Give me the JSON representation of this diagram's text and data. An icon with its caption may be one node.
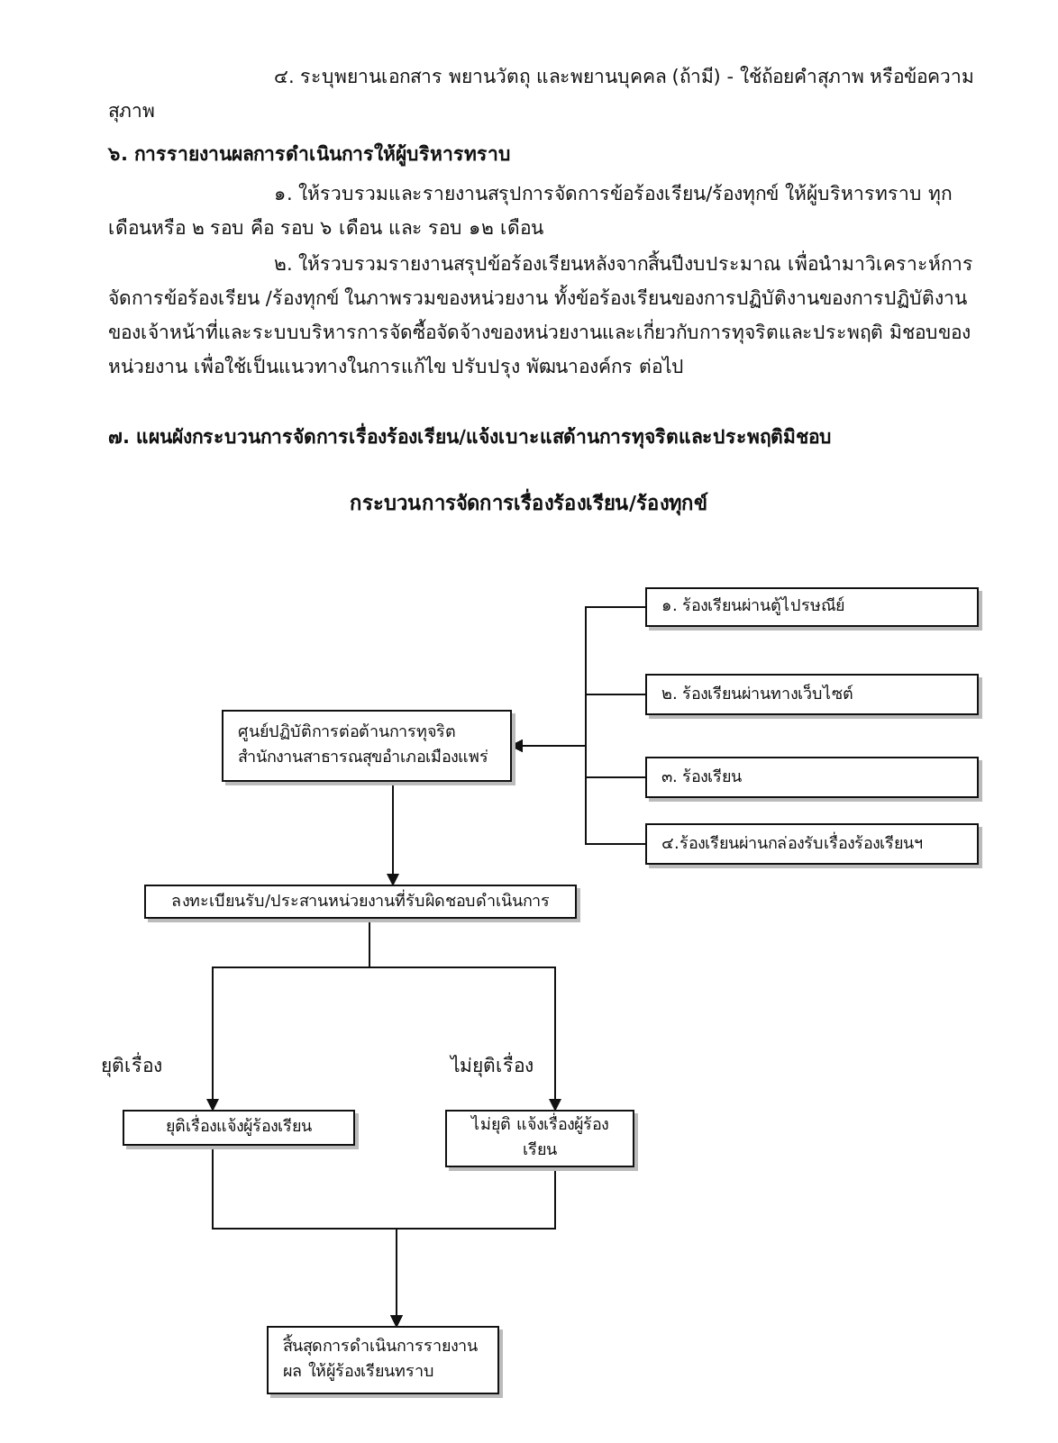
{
  "diagram": {
    "title": "กระบวนการจัดการเรื่องร้องเรียน/ร้องทุกข์",
    "nodes": [
      {
        "text": [
          "๑. ร้องเรียนผ่านตู้ไปรษณีย์"
        ]
      },
      {
        "text": [
          "๒. ร้องเรียนผ่านทางเว็บไซต์"
        ]
      },
      {
        "text": [
          "ศูนย์ปฏิบัติการต่อต้านการทุจริต สำนักงานสาธารณสุขอำเภอเมืองแพร่"
        ]
      },
      {
        "text": [
          "๓. ร้องเรียน"
        ]
      },
      {
        "text": [
          "๔.ร้องเรียนผ่านกล่องรับเรื่องร้องเรียนฯ"
        ]
      },
      {
        "text": [
          "ลงทะเบียนรับ/ประสานหน่วยงานที่รับผิดชอบดำเนินการ"
        ]
      },
      {
        "text": [
          "ยุติเรื่องแจ้งผู้ร้องเรียน"
        ]
      },
      {
        "text": [
          "ไม่ยุติ แจ้งเรื่องผู้ร้องเรียน"
        ]
      },
      {
        "text": [
          "สิ้นสุดการดำเนินการรายงานผล ให้ผู้ร้องเรียนทราบ"
        ]
      }
    ],
    "edges": [
      {
        "from": 0,
        "to": 2,
        "arrow": "to"
      },
      {
        "from": 1,
        "to": 2,
        "arrow": "to"
      },
      {
        "from": 3,
        "to": 2,
        "arrow": "to"
      },
      {
        "from": 4,
        "to": 2,
        "arrow": "to"
      },
      {
        "from": 2,
        "to": 5,
        "arrow": "to"
      },
      {
        "from": 5,
        "to": 6,
        "arrow": "to",
        "label": "ยุติเรื่อง"
      },
      {
        "from": 5,
        "to": 7,
        "arrow": "to",
        "label": "ไม่ยุติเรื่อง"
      },
      {
        "from": 6,
        "to": 8,
        "arrow": "to"
      },
      {
        "from": 7,
        "to": 8,
        "arrow": "to"
      }
    ],
    "labels": [
      "๔. ระบุพยานเอกสาร พยานวัตถุ และพยานบุคคล (ถ้ามี) - ใช้ถ้อยคำสุภาพ หรือข้อความสุภาพ",
      "๖. การรายงานผลการดำเนินการให้ผู้บริหารทราบ",
      "๑. ให้รวบรวมและรายงานสรุปการจัดการข้อร้องเรียน/ร้องทุกข์ ให้ผู้บริหารทราบ ทุกเดือนหรือ ๒ รอบ คือ รอบ ๖ เดือน และ รอบ ๑๒ เดือน",
      "๒. ให้รวบรวมรายงานสรุปข้อร้องเรียนหลังจากสิ้นปีงบประมาณ เพื่อนำมาวิเคราะห์การจัดการข้อร้องเรียน /ร้องทุกข์ ในภาพรวมของหน่วยงาน ทั้งข้อร้องเรียนของการปฏิบัติงานของการปฏิบัติงานของเจ้าหน้าที่และระบบบริหารการจัดซื้อจัดจ้างของหน่วยงานและเกี่ยวกับการทุจริตและประพฤติ มิชอบของหน่วยงาน เพื่อใช้เป็นแนวทางในการแก้ไข ปรับปรุง พัฒนาองค์กร ต่อไป",
      "๗. แผนผังกระบวนการจัดการเรื่องร้องเรียน/แจ้งเบาะแสด้านการทุจริตและประพฤติมิชอบ"
    ]
  }
}
